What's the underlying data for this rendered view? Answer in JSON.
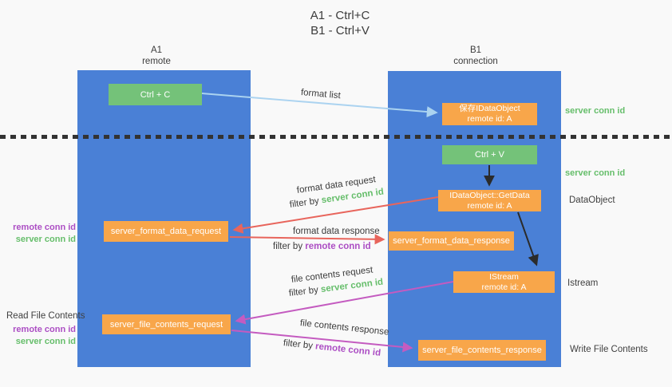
{
  "title": {
    "line1": "A1 - Ctrl+C",
    "line2": "B1 - Ctrl+V"
  },
  "lanes": {
    "left": {
      "name": "A1",
      "role": "remote"
    },
    "right": {
      "name": "B1",
      "role": "connection"
    }
  },
  "nodes": {
    "ctrl_c": "Ctrl + C",
    "ctrl_v": "Ctrl + V",
    "save_dataobject": {
      "line1": "保存IDataObject",
      "line2": "remote id: A"
    },
    "getdata": {
      "line1": "IDataObject::GetData",
      "line2": "remote id: A"
    },
    "istream": {
      "line1": "IStream",
      "line2": "remote id: A"
    },
    "format_request": "server_format_data_request",
    "format_response": "server_format_data_response",
    "file_request": "server_file_contents_request",
    "file_response": "server_file_contents_response"
  },
  "arrow_labels": {
    "format_list": "format list",
    "format_data_request": "format data request",
    "format_data_response": "format data response",
    "file_contents_request": "file contents request",
    "file_contents_response": "file contents response",
    "filter_by": "filter by",
    "server_conn_id": "server conn id",
    "remote_conn_id": "remote conn id"
  },
  "side_labels": {
    "server_conn_id_top": "server conn id",
    "server_conn_id_mid": "server conn id",
    "dataobject": "DataObject",
    "istream": "Istream",
    "write_file_contents": "Write File Contents",
    "read_file_contents": "Read File Contents",
    "remote_conn_id": "remote conn id",
    "server_conn_id": "server conn id"
  },
  "colors": {
    "lane_blue": "#4a80d6",
    "box_orange": "#f8a64a",
    "box_green": "#74c279",
    "green_text": "#66be6b",
    "purple_text": "#ac4ec4",
    "red_arrow": "#e8655c",
    "magenta_arrow": "#c45bc0",
    "blue_arrow": "#abd3f0",
    "black_arrow": "#2b2b2b",
    "divider": "#333333",
    "background": "#f9f9f9"
  }
}
